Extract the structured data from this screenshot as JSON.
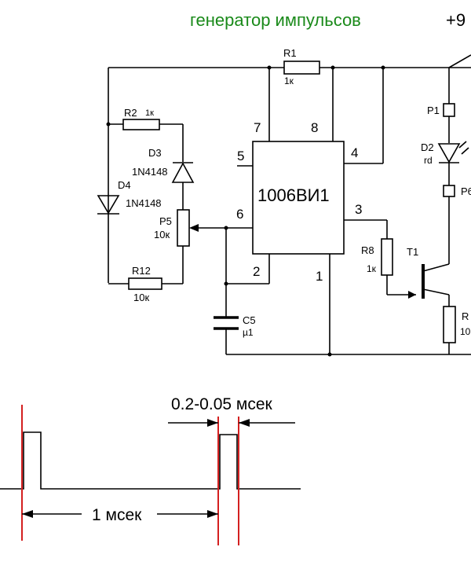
{
  "header": {
    "title": "генератор импульсов",
    "supply": "+9"
  },
  "chip": {
    "name": "1006ВИ1",
    "pins": {
      "p1": "1",
      "p2": "2",
      "p3": "3",
      "p4": "4",
      "p5": "5",
      "p6": "6",
      "p7": "7",
      "p8": "8"
    }
  },
  "components": {
    "r1": {
      "ref": "R1",
      "value": "1к"
    },
    "r2": {
      "ref": "R2",
      "value": "1к"
    },
    "r12": {
      "ref": "R12",
      "value": "10к"
    },
    "r8": {
      "ref": "R8",
      "value": "1к"
    },
    "p5": {
      "ref": "P5",
      "value": "10к"
    },
    "d3": {
      "ref": "D3",
      "value": "1N4148"
    },
    "d4": {
      "ref": "D4",
      "value": "1N4148"
    },
    "c5": {
      "ref": "C5",
      "value": "µ1"
    },
    "d2": {
      "ref": "D2",
      "value": "rd"
    },
    "p1": {
      "ref": "P1"
    },
    "p6": {
      "ref": "P6"
    },
    "t1": {
      "ref": "T1"
    },
    "r_right": {
      "ref": "R",
      "value": "10"
    }
  },
  "timing": {
    "period_label": "1 мсек",
    "pulse_label": "0.2-0.05 мсек"
  },
  "colors": {
    "title": "#1a8a1a",
    "marker": "#d42020",
    "wire": "#000000"
  }
}
